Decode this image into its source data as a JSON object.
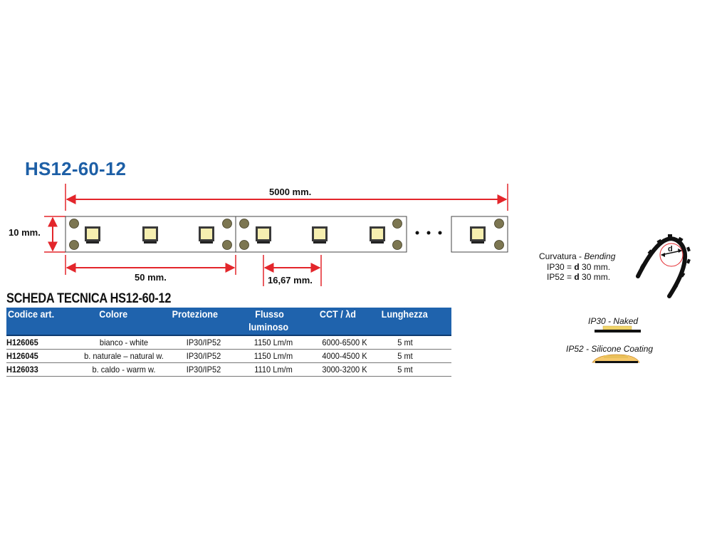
{
  "title": "HS12-60-12",
  "dimensions": {
    "total_length": "5000 mm.",
    "width": "10 mm.",
    "segment": "50 mm.",
    "pitch": "16,67 mm."
  },
  "bending": {
    "label": "Curvatura",
    "label_en": "Bending",
    "ip30_prefix": "IP30 = ",
    "ip30_d": "d",
    "ip30_value": " 30 mm.",
    "ip52_prefix": "IP52 = ",
    "ip52_d": "d",
    "ip52_value": " 30 mm.",
    "d_label": "d"
  },
  "coatings": {
    "ip30": "IP30 - Naked",
    "ip52": "IP52 - Silicone Coating"
  },
  "sheet_heading": "SCHEDA TECNICA HS12-60-12",
  "table": {
    "headers": {
      "code": "Codice art.",
      "color": "Colore",
      "protection": "Protezione",
      "flux_line1": "Flusso",
      "flux_line2": "luminoso",
      "cct": "CCT / λd",
      "length": "Lunghezza"
    },
    "rows": [
      {
        "code": "H126065",
        "color": "bianco - white",
        "protection": "IP30/IP52",
        "flux": "1150 Lm/m",
        "cct": "6000-6500 K",
        "length": "5 mt"
      },
      {
        "code": "H126045",
        "color": "b. naturale – natural w.",
        "protection": "IP30/IP52",
        "flux": "1150 Lm/m",
        "cct": "4000-4500 K",
        "length": "5 mt"
      },
      {
        "code": "H126033",
        "color": "b. caldo - warm w.",
        "protection": "IP30/IP52",
        "flux": "1110 Lm/m",
        "cct": "3000-3200 K",
        "length": "5 mt"
      }
    ]
  },
  "colors": {
    "title_blue": "#1d5fa6",
    "header_blue": "#1f63ad",
    "dimension_red": "#e3262b",
    "led_yellow": "#f6efb0",
    "pad_olive": "#7c7651"
  }
}
